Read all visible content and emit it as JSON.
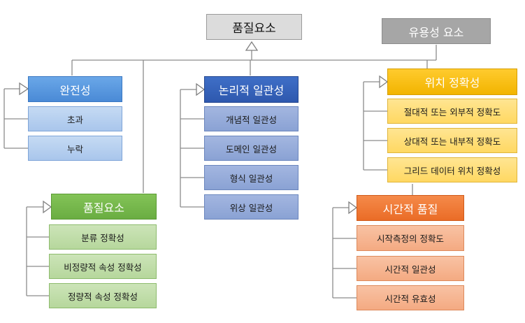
{
  "root": {
    "label": "품질요소"
  },
  "usefulness": {
    "label": "유용성 요소"
  },
  "groups": [
    {
      "key": "completeness",
      "title": "완전성",
      "items": [
        "초과",
        "누락"
      ]
    },
    {
      "key": "quality",
      "title": "품질요소",
      "items": [
        "분류 정확성",
        "비정량적 속성 정확성",
        "정량적 속성 정확성"
      ]
    },
    {
      "key": "logical",
      "title": "논리적 일관성",
      "items": [
        "개념적 일관성",
        "도메인 일관성",
        "형식 일관성",
        "위상 일관성"
      ]
    },
    {
      "key": "position",
      "title": "위치 정확성",
      "items": [
        "절대적 또는 외부적 정확도",
        "상대적 또는 내부적 정확도",
        "그리드 데이터 위치 정확성"
      ]
    },
    {
      "key": "temporal",
      "title": "시간적 품질",
      "items": [
        "시작측정의 정확도",
        "시간적 일관성",
        "시간적 유효성"
      ]
    }
  ],
  "colors": {
    "line": "#8c8c8c",
    "arrow": "#8c8c8c",
    "completeness": "#4a8ad6",
    "quality": "#6aad42",
    "logical": "#2e58ae",
    "position": "#f2b400",
    "temporal": "#ea6c27"
  }
}
